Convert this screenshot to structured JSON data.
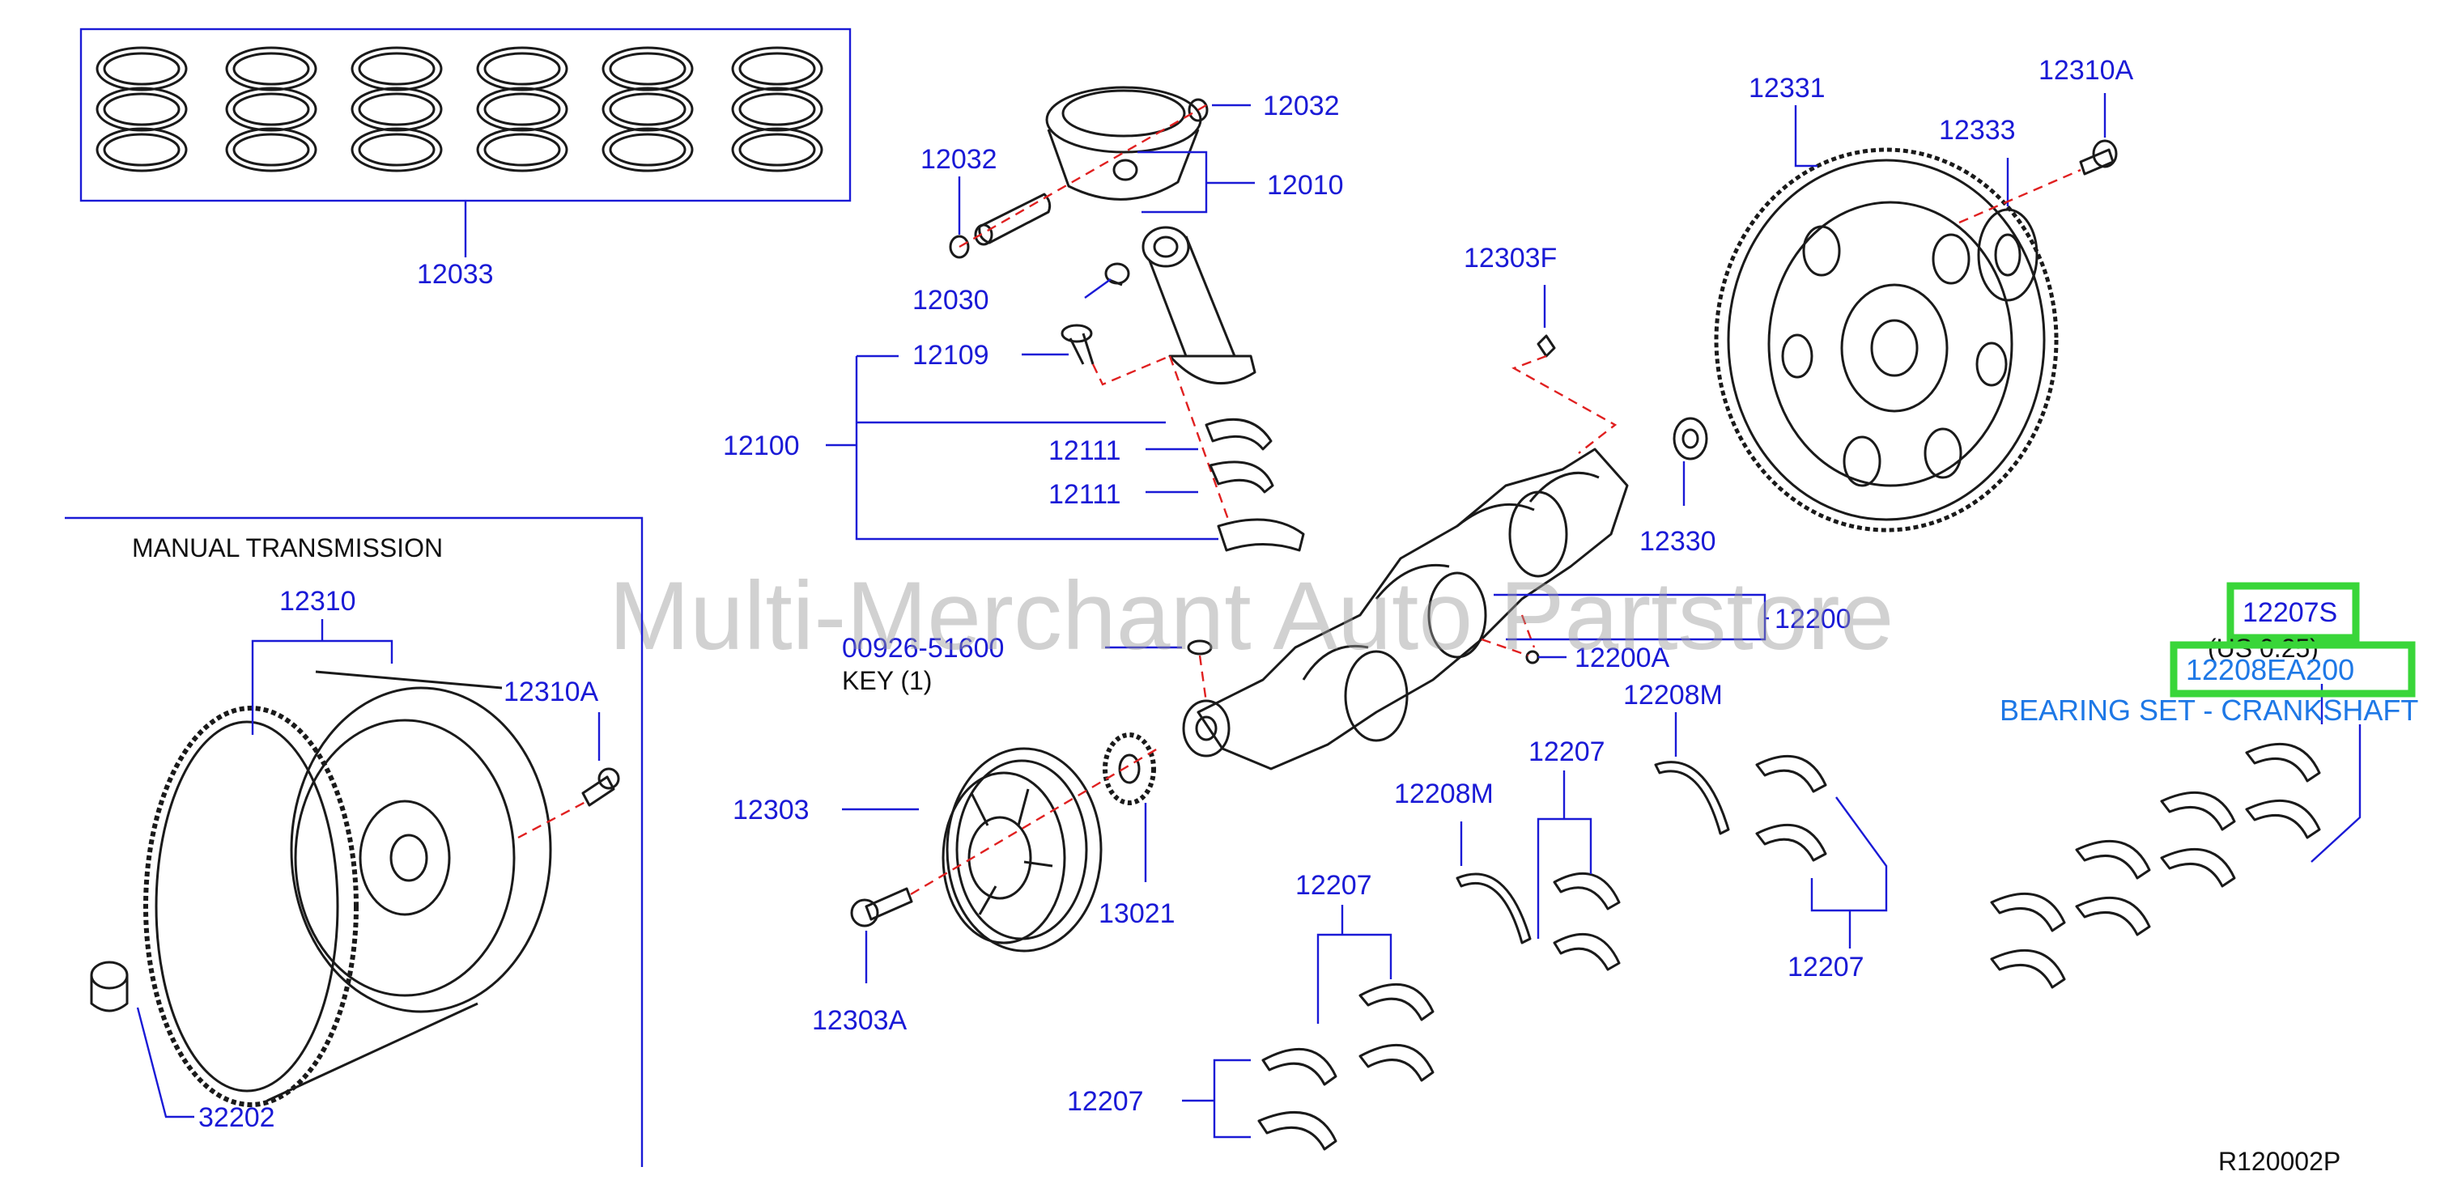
{
  "watermark": "Multi-Merchant Auto Partstore",
  "section_title": "MANUAL   TRANSMISSION",
  "key_label": "KEY   (1)",
  "part_numbers": {
    "p12033": "12033",
    "p12032a": "12032",
    "p12032b": "12032",
    "p12010": "12010",
    "p12030": "12030",
    "p12109": "12109",
    "p12100": "12100",
    "p12111a": "12111",
    "p12111b": "12111",
    "p12303F": "12303F",
    "p12331": "12331",
    "p12333": "12333",
    "p12310A_top": "12310A",
    "p12330": "12330",
    "p12200": "12200",
    "p12200A": "12200A",
    "p00926": "00926-51600",
    "p12310": "12310",
    "p12310A_mt": "12310A",
    "p12303": "12303",
    "p13021": "13021",
    "p12303A": "12303A",
    "p32202": "32202",
    "p12208M_a": "12208M",
    "p12208M_b": "12208M",
    "p12207_a": "12207",
    "p12207_b": "12207",
    "p12207_c": "12207",
    "p12207_d": "12207",
    "p12207S": "12207S",
    "us_size": "(US 0.25)",
    "p12208EA200": "12208EA200",
    "bearing_set": "BEARING SET - CRANKSHAFT"
  },
  "diagram_code": "R120002P",
  "colors": {
    "label_blue": "#1a1ad6",
    "highlight_green": "#39d639",
    "bearing_text": "#1e78e6",
    "dashed_line_red": "#e02020"
  }
}
